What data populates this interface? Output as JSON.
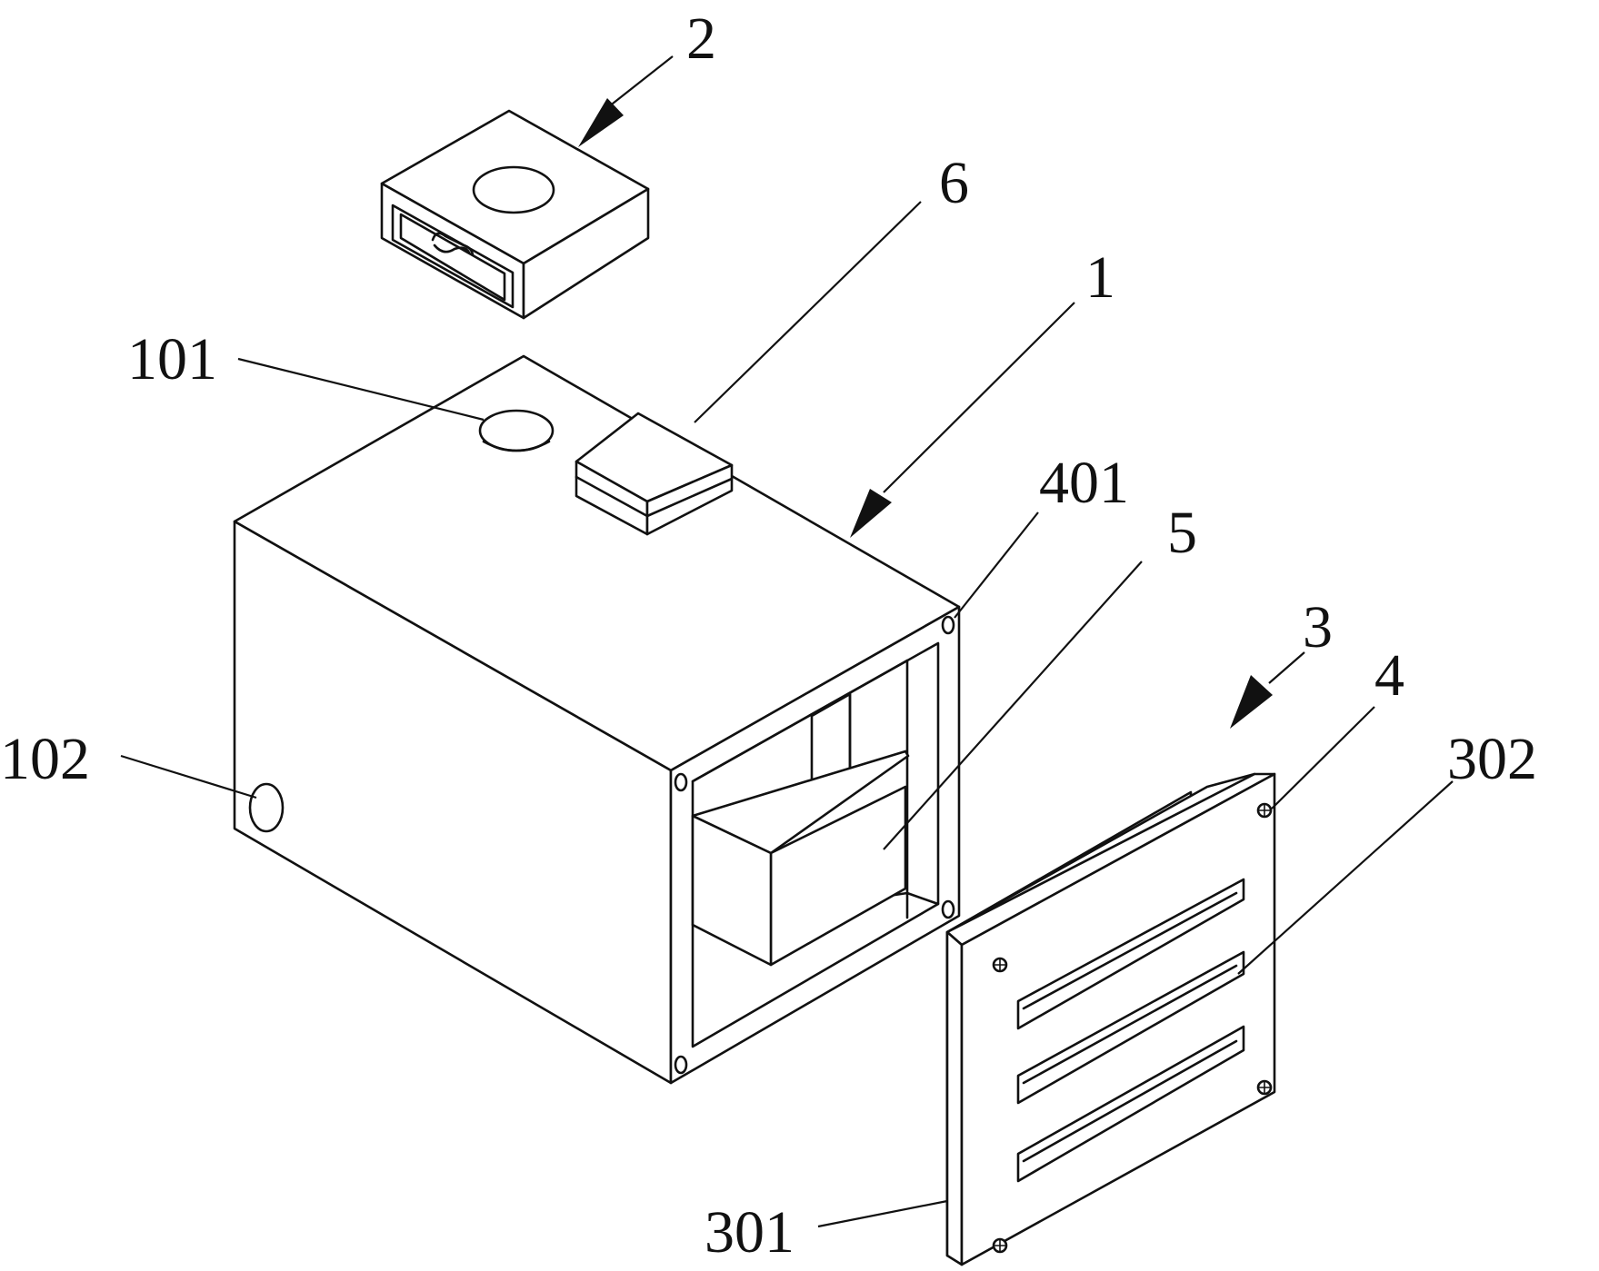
{
  "labels": {
    "l2": "2",
    "l6": "6",
    "l1": "1",
    "l101": "101",
    "l401": "401",
    "l5": "5",
    "l3": "3",
    "l4": "4",
    "l302": "302",
    "l102": "102",
    "l301": "301"
  },
  "colors": {
    "line": "#111111",
    "background": "#ffffff"
  }
}
